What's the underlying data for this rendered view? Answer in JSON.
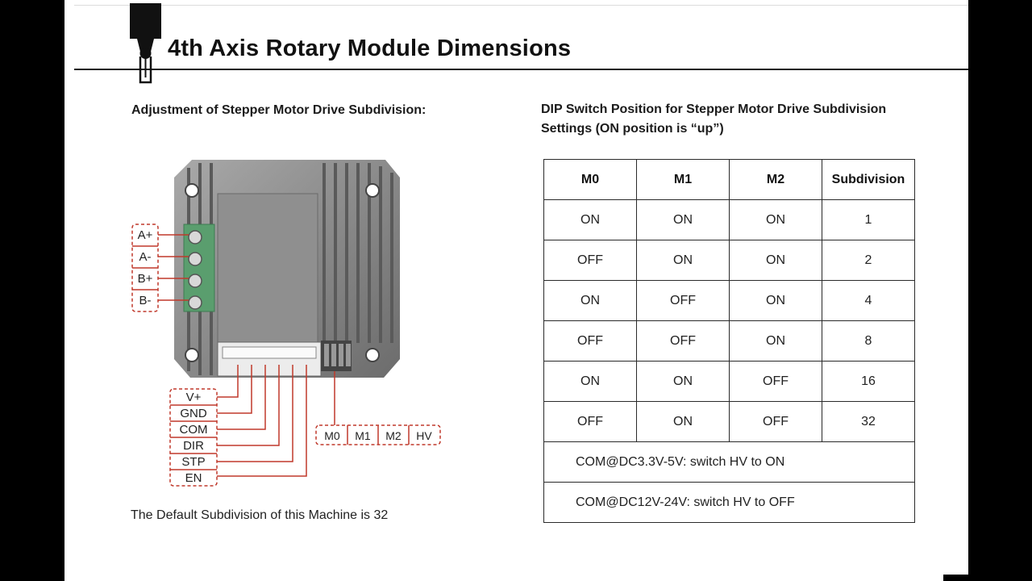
{
  "title": "4th Axis Rotary Module Dimensions",
  "left_heading": "Adjustment of Stepper Motor Drive Subdivision:",
  "right_heading": "DIP Switch Position for Stepper Motor Drive Subdivision Settings (ON position is “up”)",
  "default_note": "The Default Subdivision of this Machine is 32",
  "motor_labels": [
    "A+",
    "A-",
    "B+",
    "B-"
  ],
  "signal_labels": [
    "V+",
    "GND",
    "COM",
    "DIR",
    "STP",
    "EN"
  ],
  "switch_labels": [
    "M0",
    "M1",
    "M2",
    "HV"
  ],
  "table": {
    "headers": [
      "M0",
      "M1",
      "M2",
      "Subdivision"
    ],
    "rows": [
      [
        "ON",
        "ON",
        "ON",
        "1"
      ],
      [
        "OFF",
        "ON",
        "ON",
        "2"
      ],
      [
        "ON",
        "OFF",
        "ON",
        "4"
      ],
      [
        "OFF",
        "OFF",
        "ON",
        "8"
      ],
      [
        "ON",
        "ON",
        "OFF",
        "16"
      ],
      [
        "OFF",
        "ON",
        "OFF",
        "32"
      ]
    ],
    "notes": [
      "COM@DC3.3V-5V: switch HV to ON",
      "COM@DC12V-24V: switch HV to OFF"
    ]
  },
  "colors": {
    "callout": "#c0392b",
    "terminal": "#5a9e6e",
    "heatsink": "#8a8a8a"
  }
}
